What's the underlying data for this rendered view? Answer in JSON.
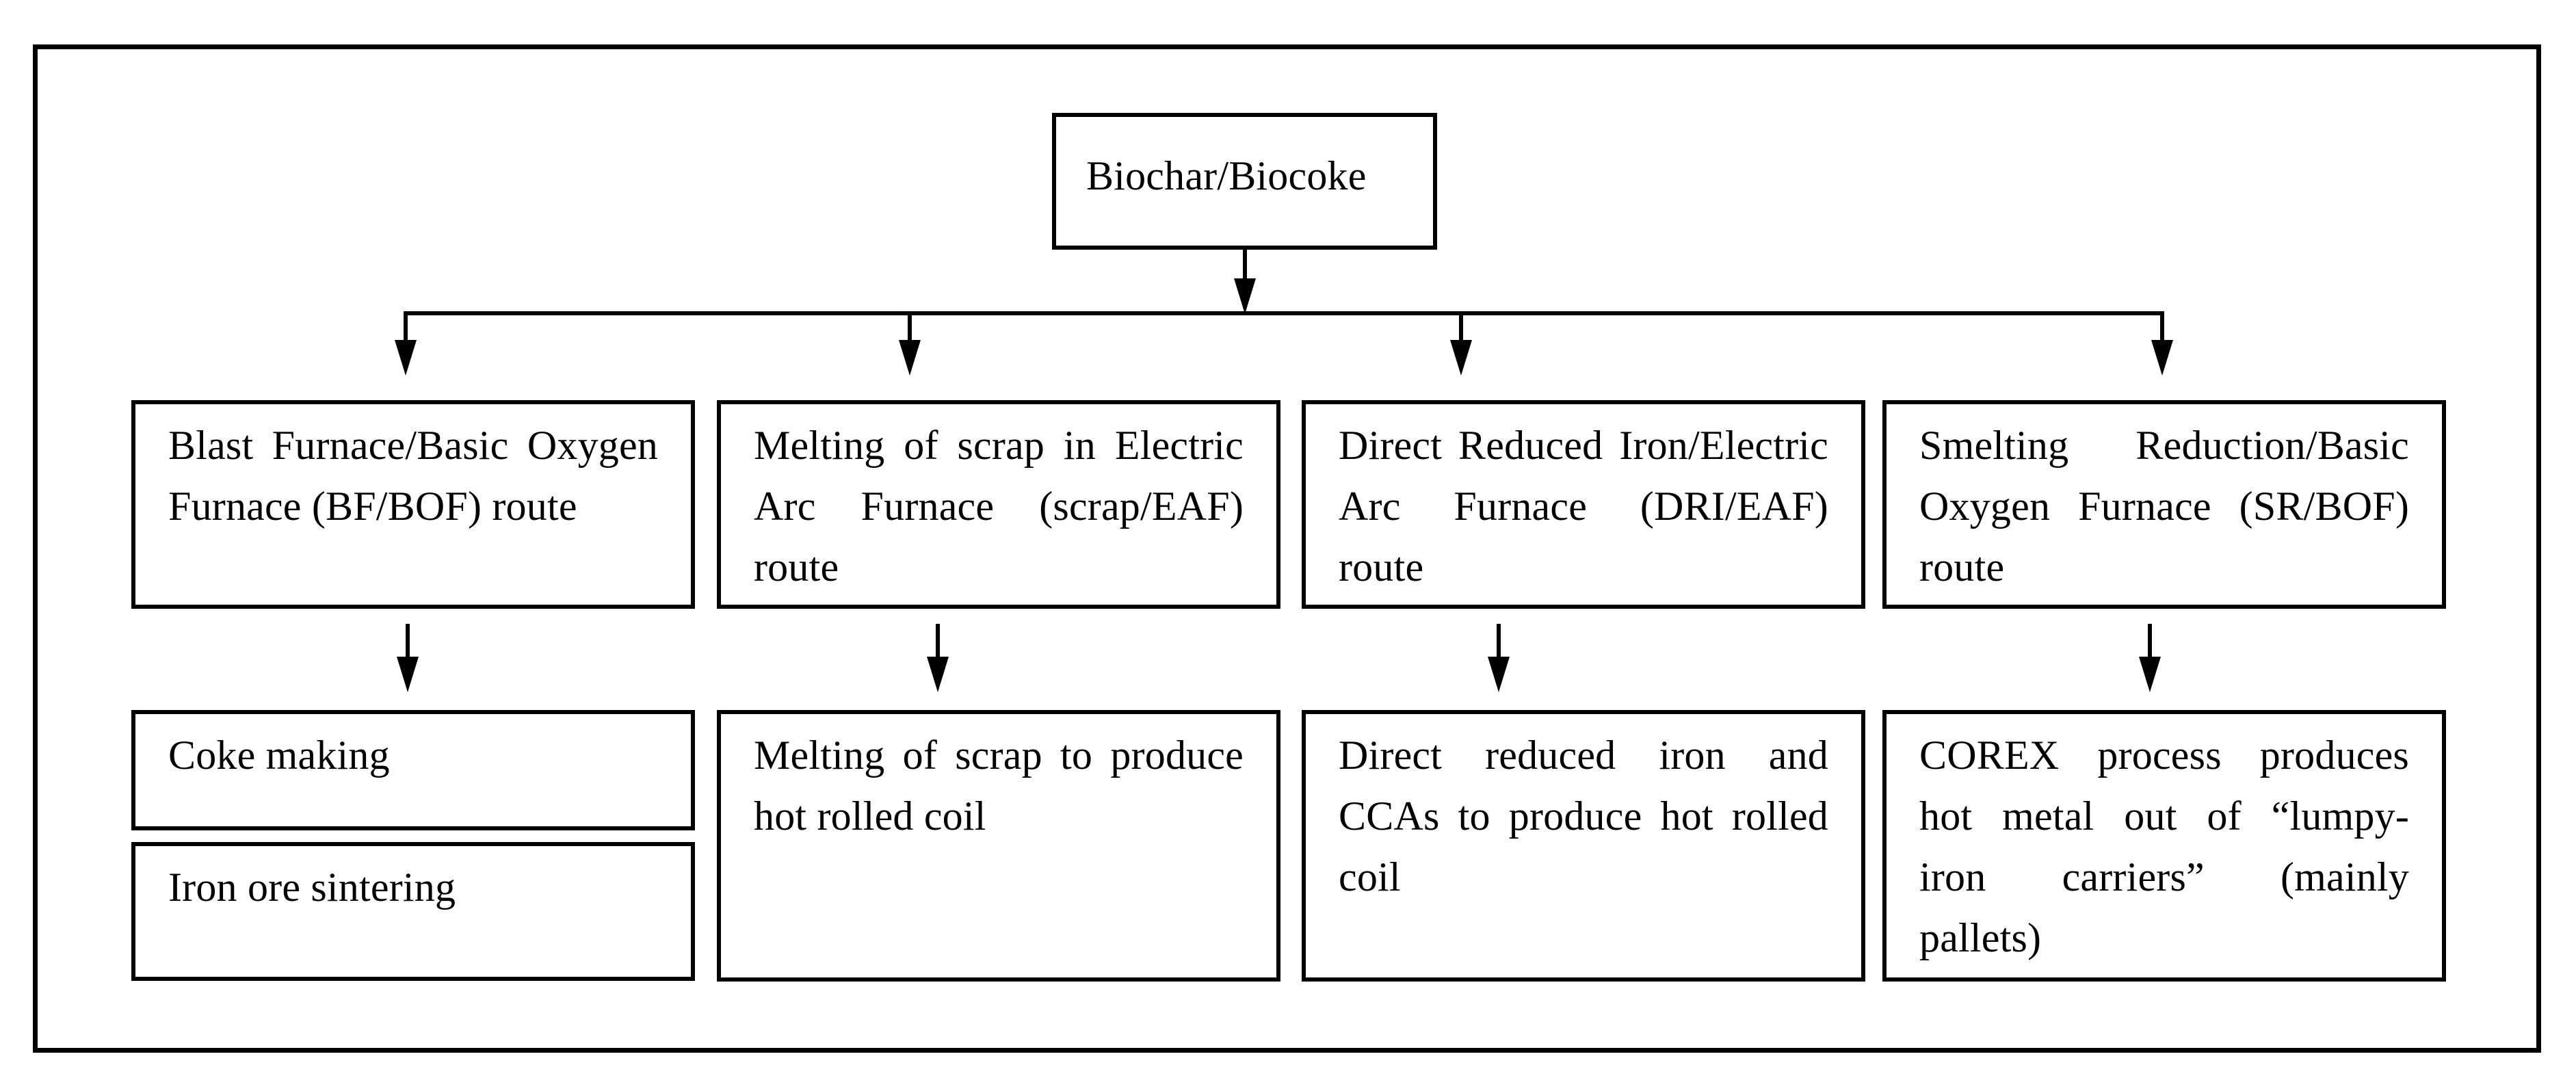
{
  "figure": {
    "background_color": "#ffffff",
    "stroke_color": "#000000",
    "root": {
      "label": "Biochar/Biocoke"
    },
    "routes": [
      {
        "id": "bf-bof",
        "label": "Blast Furnace/Basic Oxygen Furnace (BF/BOF) route",
        "outputs": [
          {
            "label": "Coke making"
          },
          {
            "label": "Iron ore sintering"
          }
        ]
      },
      {
        "id": "scrap-eaf",
        "label": "Melting of scrap in Electric Arc Furnace (scrap/EAF) route",
        "outputs": [
          {
            "label": "Melting of scrap to produce hot rolled coil"
          }
        ]
      },
      {
        "id": "dri-eaf",
        "label": "Direct Reduced Iron/Electric Arc Furnace (DRI/EAF) route",
        "outputs": [
          {
            "label": "Direct reduced iron and CCAs to produce hot rolled coil"
          }
        ]
      },
      {
        "id": "sr-bof",
        "label": "Smelting Reduction/Basic Oxygen Furnace (SR/BOF) route",
        "outputs": [
          {
            "label": "COREX process produces\nhot metal out of “lumpy-\niron carriers” (mainly\npallets)"
          }
        ]
      }
    ]
  }
}
